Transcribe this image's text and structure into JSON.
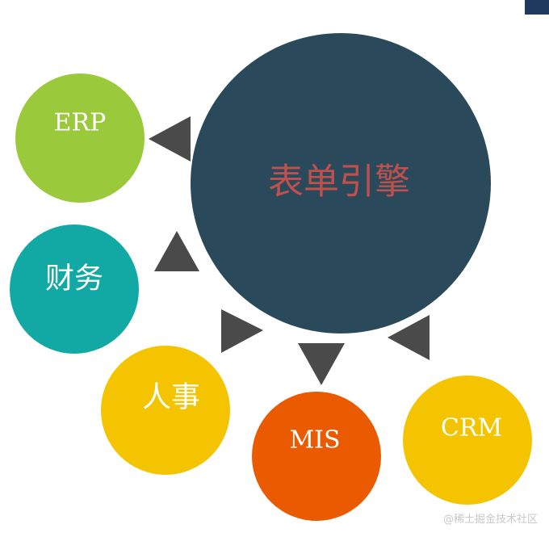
{
  "center": {
    "label": "表单引擎",
    "fill": "#2a4a5c",
    "text_color": "#c0504d"
  },
  "nodes": [
    {
      "id": "erp",
      "label": "ERP",
      "fill": "#9bc93c"
    },
    {
      "id": "finance",
      "label": "财务",
      "fill": "#12a9a4"
    },
    {
      "id": "hr",
      "label": "人事",
      "fill": "#f5c400"
    },
    {
      "id": "mis",
      "label": "MIS",
      "fill": "#ea5a00"
    },
    {
      "id": "crm",
      "label": "CRM",
      "fill": "#f5c400"
    }
  ],
  "node_text_color": "#ffffff",
  "arrow_color": "#4a4a4a",
  "watermark": "@稀土掘金技术社区"
}
